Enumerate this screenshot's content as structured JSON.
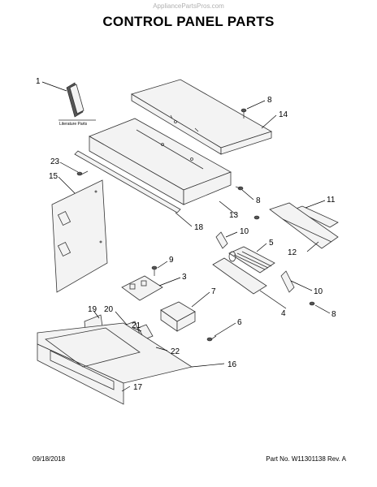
{
  "watermark": "AppliancePartsPros.com",
  "title": "CONTROL PANEL PARTS",
  "literature_label": "Literature Parts",
  "footer": {
    "date": "09/18/2018",
    "part_no": "Part No. W11301138  Rev. A"
  },
  "callouts": {
    "c1": "1",
    "c8a": "8",
    "c14": "14",
    "c23": "23",
    "c15": "15",
    "c8b": "8",
    "c11": "11",
    "c13": "13",
    "c18": "18",
    "c10a": "10",
    "c5": "5",
    "c12": "12",
    "c9": "9",
    "c3": "3",
    "c10b": "10",
    "c7": "7",
    "c8c": "8",
    "c4": "4",
    "c6": "6",
    "c19": "19",
    "c20": "20",
    "c21": "21",
    "c22": "22",
    "c16": "16",
    "c17": "17"
  }
}
